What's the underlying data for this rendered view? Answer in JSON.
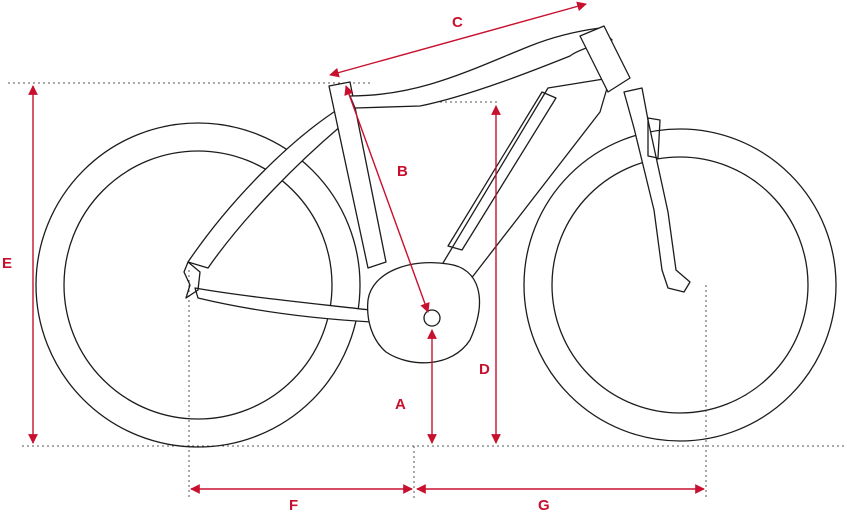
{
  "colors": {
    "line": "#1c1c1c",
    "dimension": "#c8102e",
    "guide": "#555555"
  },
  "labels": {
    "a": "A",
    "b": "B",
    "c": "C",
    "d": "D",
    "e": "E",
    "f": "F",
    "g": "G"
  }
}
